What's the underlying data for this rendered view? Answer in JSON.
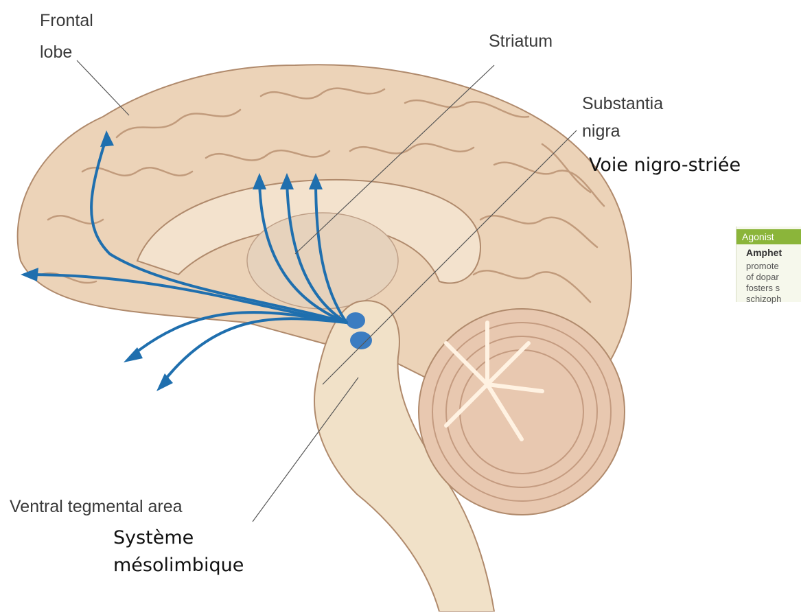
{
  "labels": {
    "frontal_lobe_line1": "Frontal",
    "frontal_lobe_line2": "lobe",
    "striatum": "Striatum",
    "substantia_nigra_line1": "Substantia",
    "substantia_nigra_line2": "nigra",
    "ventral_tegmental_area": "Ventral tegmental area",
    "nigrostriatal_pathway": "Voie nigro-striée",
    "mesolimbic_line1": "Système",
    "mesolimbic_line2": "mésolimbique"
  },
  "inset": {
    "header": "Agonist",
    "bold_text": "Amphet",
    "lines": [
      "promote",
      "of dopar",
      "fosters s",
      "schizoph"
    ]
  },
  "colors": {
    "brain": "#ecd3b8",
    "gyrus_outline": "#b08a6c",
    "pathway": "#1f6fae",
    "brainstem": "#f1e1c8",
    "inset_header": "#8bb53a"
  }
}
